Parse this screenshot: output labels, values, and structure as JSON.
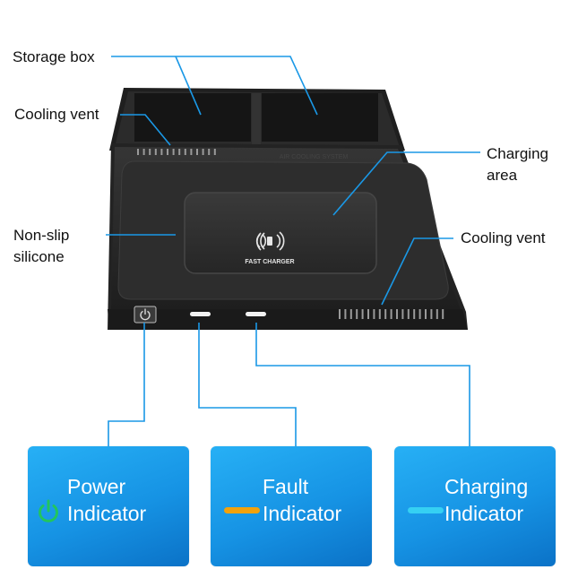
{
  "callouts": {
    "storage_box": "Storage box",
    "cooling_vent_left": "Cooling vent",
    "charging_area_line1": "Charging",
    "charging_area_line2": "area",
    "non_slip_line1": "Non-slip",
    "non_slip_line2": "silicone",
    "cooling_vent_right": "Cooling vent"
  },
  "device": {
    "pad_label": "FAST CHARGER",
    "embossed_text": "AIR COOLING SYSTEM"
  },
  "indicators": [
    {
      "line1": "Power",
      "line2": "Indicator",
      "icon": "power-icon",
      "color": "#22c55e"
    },
    {
      "line1": "Fault",
      "line2": "Indicator",
      "icon": "orange-bar",
      "color": "#f2a20c"
    },
    {
      "line1": "Charging",
      "line2": "Indicator",
      "icon": "cyan-bar",
      "color": "#35d0f3"
    }
  ],
  "colors": {
    "leader_line": "#1a98e6",
    "card_blue": "#1693e4",
    "device_body": "#2a2a2a"
  }
}
